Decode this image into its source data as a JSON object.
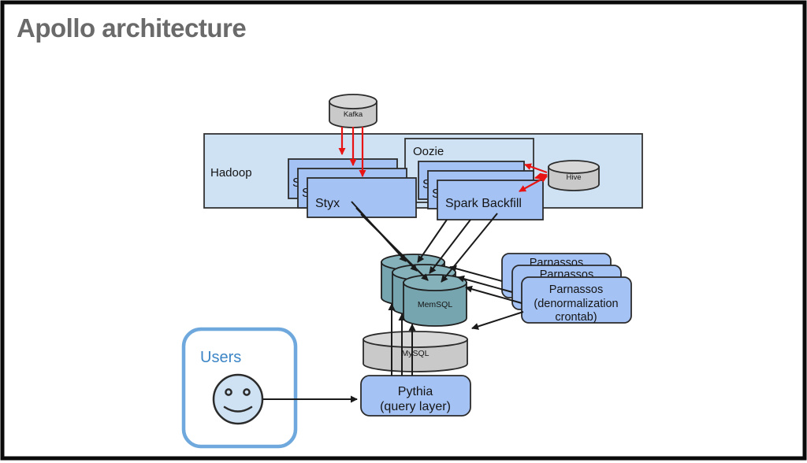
{
  "title": "Apollo architecture",
  "nodes": {
    "kafka": {
      "label": "Kafka",
      "shape": "cylinder"
    },
    "hadoop": {
      "label": "Hadoop",
      "shape": "container"
    },
    "oozie": {
      "label": "Oozie",
      "shape": "container"
    },
    "styx": {
      "label": "Styx",
      "shape": "stacked-box",
      "instances": 3
    },
    "spark_backfill": {
      "label": "Spark Backfill",
      "shape": "stacked-box",
      "instances": 3
    },
    "hive": {
      "label": "Hive",
      "shape": "cylinder"
    },
    "memsql": {
      "label": "MemSQL",
      "shape": "stacked-cylinder",
      "instances": 3
    },
    "parnassos": {
      "label": "Parnassos",
      "sublabel_1": "(denormalization",
      "sublabel_2": "crontab)",
      "shape": "stacked-box",
      "instances": 3
    },
    "mysql": {
      "label": "MySQL",
      "shape": "cylinder"
    },
    "pythia": {
      "label": "Pythia",
      "sublabel": "(query layer)",
      "shape": "rounded-box"
    },
    "users": {
      "label": "Users",
      "shape": "rounded-box",
      "icon": "smiley-face"
    }
  },
  "edges": [
    {
      "from": "Kafka",
      "to": "Styx",
      "color": "red",
      "count": 3
    },
    {
      "from": "Hive",
      "to": "Spark Backfill",
      "color": "red",
      "count": 3,
      "bidirectional": true
    },
    {
      "from": "Styx",
      "to": "MemSQL",
      "color": "black",
      "count": 3
    },
    {
      "from": "Spark Backfill",
      "to": "MemSQL",
      "color": "black",
      "count": 3
    },
    {
      "from": "Parnassos",
      "to": "MemSQL",
      "color": "black",
      "count": 3
    },
    {
      "from": "Parnassos",
      "to": "MySQL",
      "color": "black",
      "count": 1
    },
    {
      "from": "Pythia",
      "to": "MemSQL",
      "color": "black",
      "count": 3
    },
    {
      "from": "Users",
      "to": "Pythia",
      "color": "black",
      "count": 1
    }
  ],
  "colors": {
    "title_gray": "#6a6a6a",
    "container_blue": "#cfe2f3",
    "box_blue": "#a4c2f4",
    "cylinder_gray": "#c9c9c9",
    "cylinder_teal": "#76a5af",
    "arrow_red": "#e81313",
    "arrow_black": "#1a1a1a",
    "users_border_blue": "#6fa8dc",
    "users_text_blue": "#3c85c6"
  }
}
